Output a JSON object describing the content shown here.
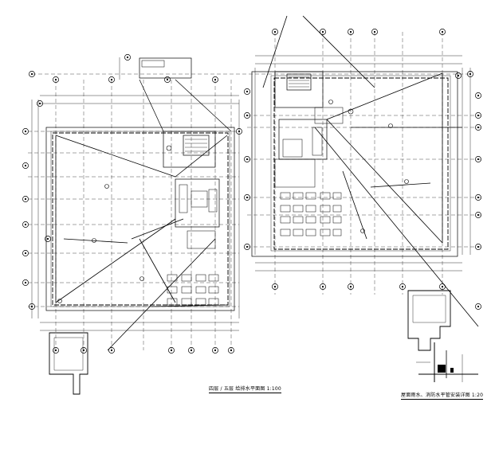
{
  "sheet": {
    "caption_left": "四层 / 五层 给排水平面图 1:100",
    "caption_right": "屋面雨水、消防水平管安装详图 1:20"
  },
  "colors": {
    "ink": "#000000",
    "paper": "#ffffff"
  },
  "grid_bubble_count": 48
}
